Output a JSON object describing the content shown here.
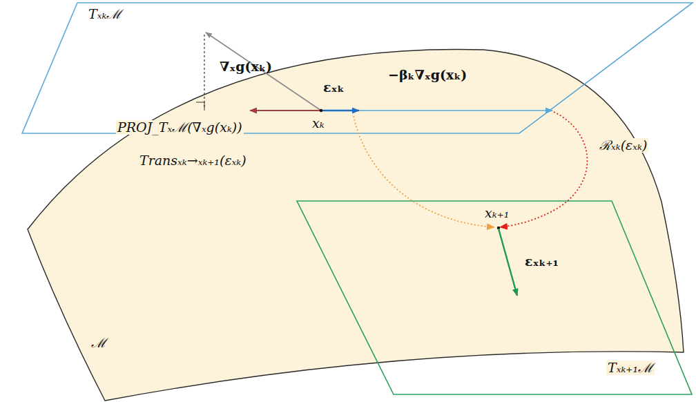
{
  "diagram": {
    "labels": [
      "Tₓₖℳ",
      "∇ₓg(xₖ)",
      "εₓₖ",
      "−βₖ∇ₓg(xₖ)",
      "PROJ_Tₓℳ(∇ₓg(xₖ))",
      "xₖ",
      "Transₓₖ→ₓₖ₊₁(εₓₖ)",
      "ℛₓₖ(εₓₖ)",
      "xₖ₊₁",
      "εₓₖ₊₁",
      "ℳ",
      "Tₓₖ₊₁ℳ"
    ]
  }
}
